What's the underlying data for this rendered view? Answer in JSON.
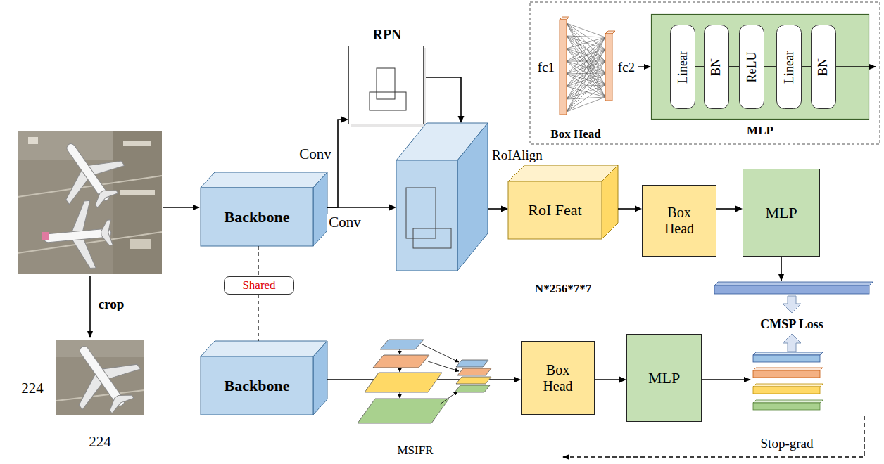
{
  "diagram": {
    "nodes": [
      {
        "text": [
          "Backbone"
        ]
      },
      {
        "text": [
          "RPN"
        ]
      },
      {
        "text": [
          "RoIAlign"
        ]
      },
      {
        "text": [
          "RoI Feat"
        ]
      },
      {
        "text": [
          "Box Head"
        ]
      },
      {
        "text": [
          "MLP"
        ]
      },
      {
        "text": [
          "Shared"
        ]
      },
      {
        "text": [
          "Backbone"
        ]
      },
      {
        "text": [
          "Box Head"
        ]
      },
      {
        "text": [
          "MLP"
        ]
      },
      {
        "text": [
          "MLP"
        ]
      },
      {
        "text": [
          "Linear"
        ],
        "in": 10
      },
      {
        "text": [
          "BN"
        ],
        "in": 10
      },
      {
        "text": [
          "ReLU"
        ],
        "in": 10
      },
      {
        "text": [
          "Linear"
        ],
        "in": 10
      },
      {
        "text": [
          "BN"
        ],
        "in": 10
      }
    ],
    "edges": [
      {
        "from": 0,
        "to": 1,
        "arrow": "to",
        "label": "Conv"
      },
      {
        "from": 0,
        "to": 2,
        "arrow": "to",
        "label": "Conv"
      },
      {
        "from": 1,
        "to": 2,
        "arrow": "to"
      },
      {
        "from": 2,
        "to": 3,
        "arrow": "to"
      },
      {
        "from": 3,
        "to": 4,
        "arrow": "to"
      },
      {
        "from": 4,
        "to": 5,
        "arrow": "to"
      },
      {
        "from": 0,
        "to": 6,
        "arrow": "none"
      },
      {
        "from": 6,
        "to": 7,
        "arrow": "none"
      },
      {
        "from": 7,
        "to": 8,
        "arrow": "to"
      },
      {
        "from": 8,
        "to": 9,
        "arrow": "to"
      },
      {
        "from": 11,
        "to": 12,
        "arrow": "none"
      },
      {
        "from": 12,
        "to": 13,
        "arrow": "none"
      },
      {
        "from": 13,
        "to": 14,
        "arrow": "none"
      },
      {
        "from": 14,
        "to": 15,
        "arrow": "none"
      }
    ],
    "labels": [
      "N*256*7*7",
      "fc1",
      "fc2",
      "Box Head",
      "CMSP Loss",
      "crop",
      "224",
      "224",
      "MSIFR",
      "Stop-grad"
    ]
  }
}
